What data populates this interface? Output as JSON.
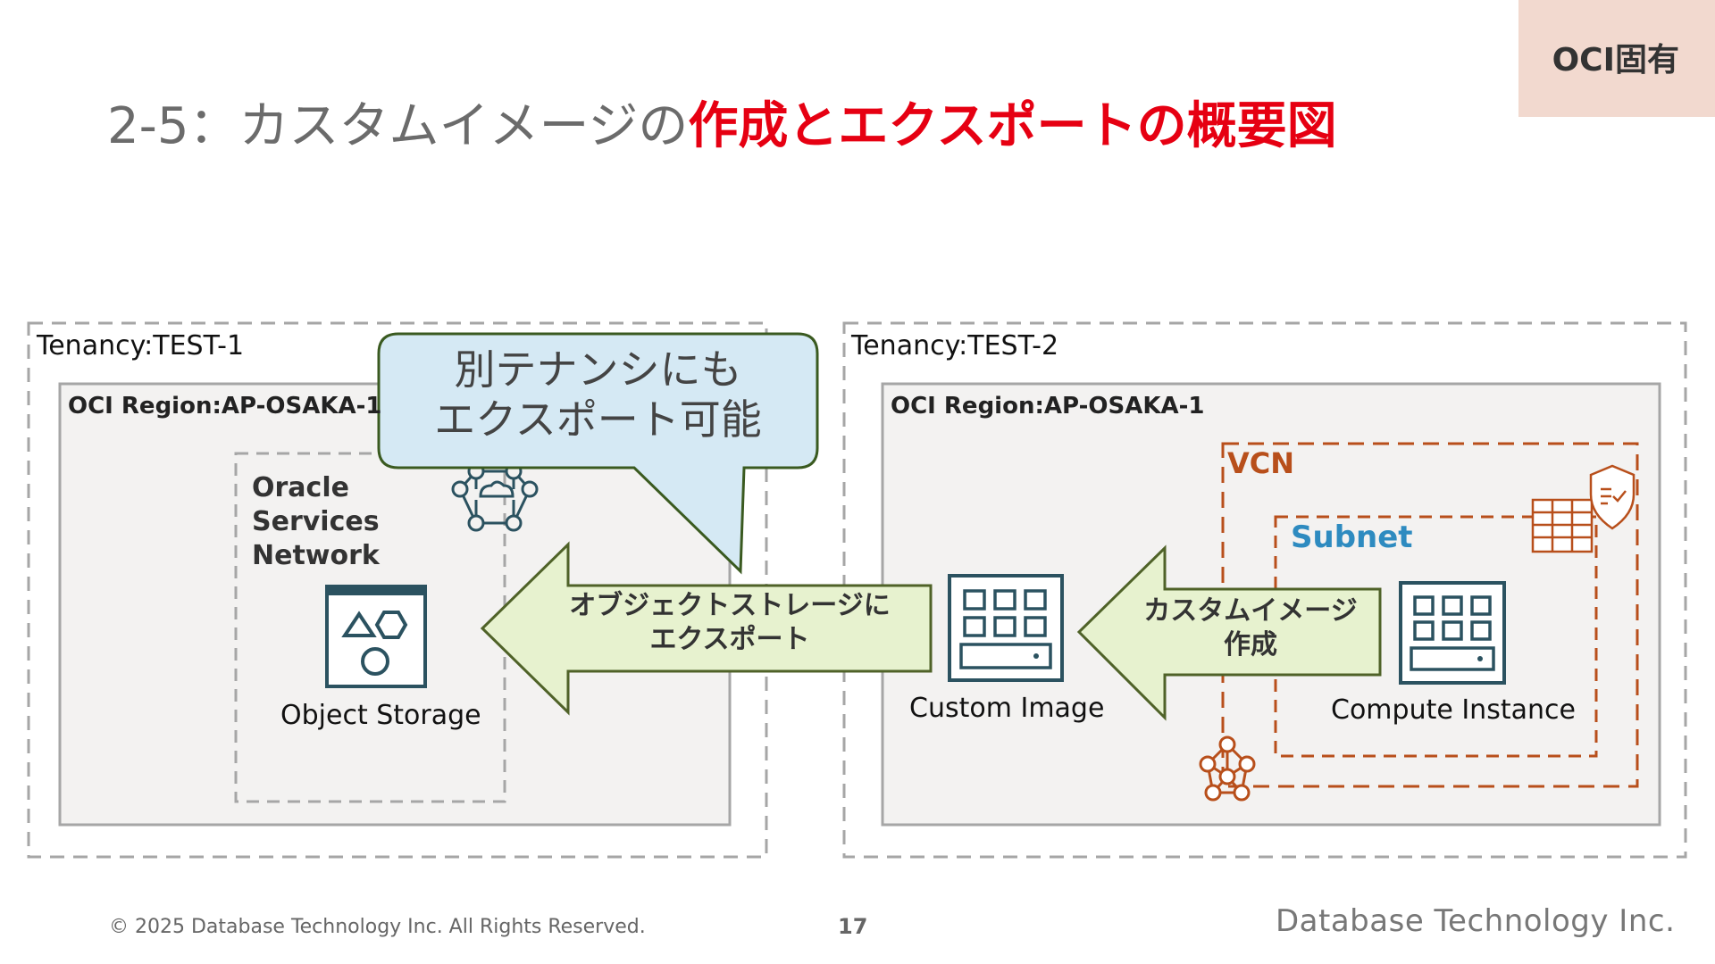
{
  "badge": {
    "label": "OCI固有"
  },
  "title": {
    "prefix": "2-5：カスタムイメージの",
    "highlight": "作成とエクスポートの概要図",
    "highlight_color": "#e60012"
  },
  "tenancy1": {
    "label": "Tenancy:TEST-1",
    "region": "OCI Region:AP-OSAKA-1"
  },
  "tenancy2": {
    "label": "Tenancy:TEST-2",
    "region": "OCI Region:AP-OSAKA-1"
  },
  "osn": {
    "line1": "Oracle",
    "line2": "Services",
    "line3": "Network"
  },
  "object_storage": {
    "label": "Object Storage"
  },
  "callout": {
    "line1": "別テナンシにも",
    "line2": "エクスポート可能",
    "fill": "#d5e9f4"
  },
  "arrow_export": {
    "line1": "オブジェクトストレージに",
    "line2": "エクスポート",
    "fill": "#e7f2cf"
  },
  "arrow_create": {
    "line1": "カスタムイメージ",
    "line2": "作成",
    "fill": "#e7f2cf"
  },
  "custom_image": {
    "label": "Custom Image"
  },
  "vcn": {
    "label": "VCN",
    "color": "#b84f1b"
  },
  "subnet": {
    "label": "Subnet",
    "color": "#2e8bc0"
  },
  "compute": {
    "label": "Compute Instance"
  },
  "icon_color": "#2b5260",
  "footer": {
    "copyright": "© 2025 Database Technology Inc. All Rights Reserved.",
    "page": "17",
    "company": "Database Technology Inc."
  }
}
